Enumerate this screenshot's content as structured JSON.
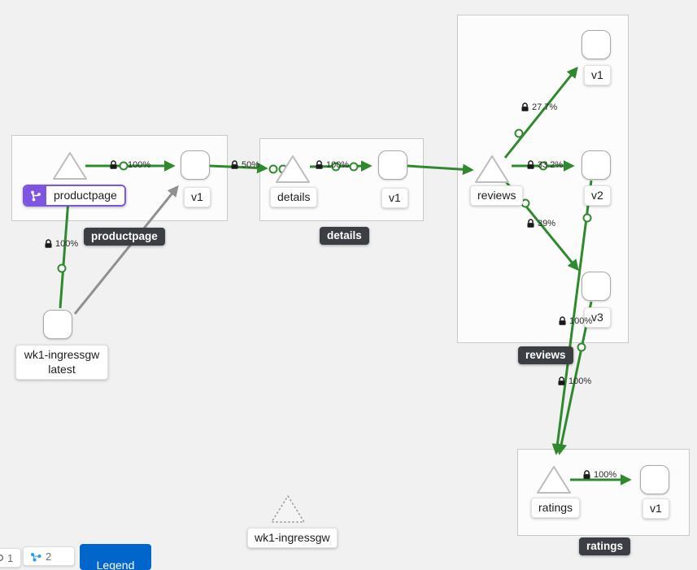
{
  "palette": {
    "edge_green": "#2f8a2d",
    "edge_gray": "#909090",
    "badge_purple": "#7d55e0",
    "tooltip_bg": "#3b3e43",
    "button_blue": "#0066cc"
  },
  "groups": {
    "productpage": {
      "tooltip": "productpage"
    },
    "details": {
      "tooltip": "details"
    },
    "reviews": {
      "tooltip": "reviews"
    },
    "ratings": {
      "tooltip": "ratings"
    }
  },
  "nodes": {
    "productpage_app_label": "productpage",
    "productpage_v1": "v1",
    "details_service": "details",
    "details_v1": "v1",
    "reviews_service": "reviews",
    "reviews_v1": "v1",
    "reviews_v2": "v2",
    "reviews_v3": "v3",
    "ratings_service": "ratings",
    "ratings_v1": "v1",
    "ingress_workload_line1": "wk1-ingressgw",
    "ingress_workload_line2": "latest",
    "idle_service": "wk1-ingressgw"
  },
  "edge_labels": {
    "ingress_to_productpage": "100%",
    "productpage_to_v1": "100%",
    "v1_to_details": "50%",
    "details_to_v1": "100%",
    "reviews_to_v1": "27.7%",
    "reviews_to_v2": "33.2%",
    "reviews_to_v3": "39%",
    "reviews_v3_to_ratings": "100%",
    "reviews_v2_to_ratings": "100%",
    "ratings_to_v1": "100%"
  },
  "footer": {
    "count_left": "1",
    "count_apps": "2",
    "legend_label": "Legend"
  }
}
